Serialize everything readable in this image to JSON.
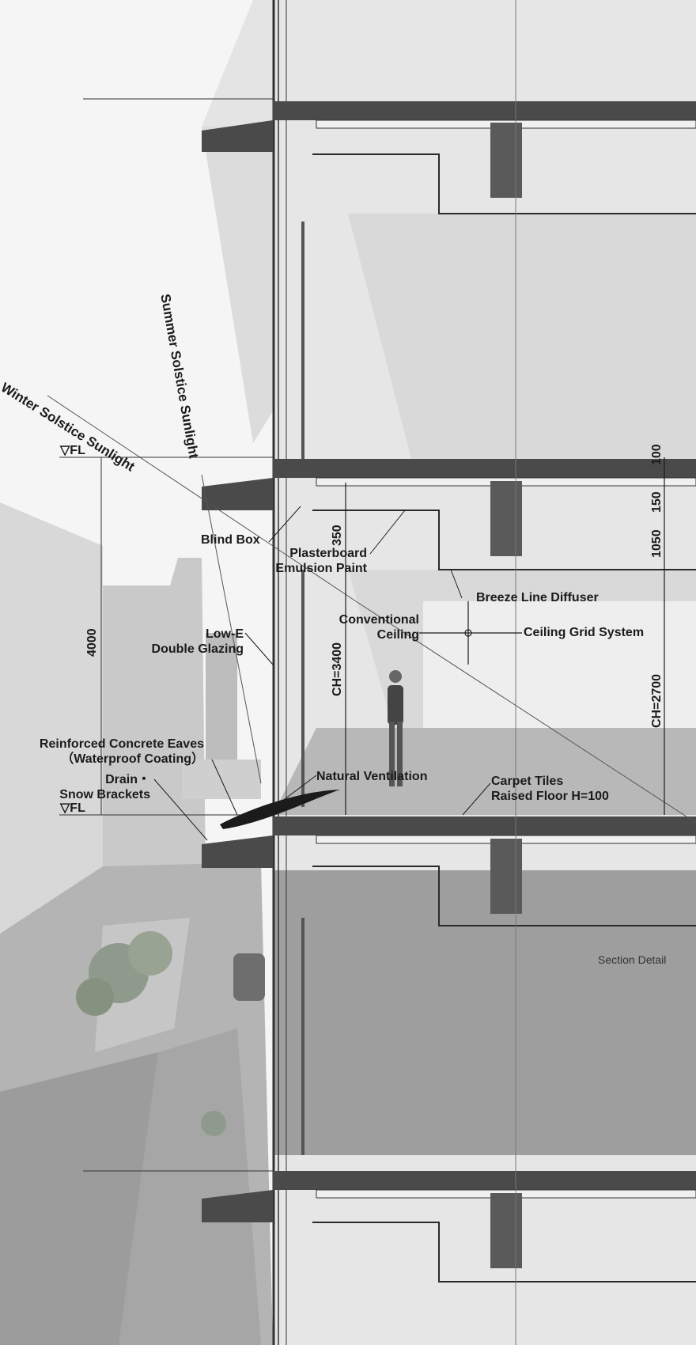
{
  "labels": {
    "winter_sun": "Winter Solstice Sunlight",
    "summer_sun": "Summer Solstice Sunlight",
    "fl_top": "▽FL",
    "fl_bottom": "▽FL",
    "blind_box": "Blind Box",
    "plasterboard_1": "Plasterboard",
    "plasterboard_2": "Emulsion Paint",
    "breeze_line": "Breeze Line Diffuser",
    "conventional_1": "Conventional",
    "conventional_2": "Ceiling",
    "ceiling_grid": "Ceiling Grid System",
    "low_e_1": "Low-E",
    "low_e_2": "Double Glazing",
    "eaves_1": "Reinforced Concrete Eaves",
    "eaves_2": "（Waterproof Coating）",
    "drain_1": "Drain・",
    "drain_2": "Snow Brackets",
    "natural_vent": "Natural Ventilation",
    "carpet_1": "Carpet Tiles",
    "carpet_2": "Raised Floor H=100",
    "section_detail": "Section Detail"
  },
  "dimensions": {
    "floor_height": "4000",
    "ch_left": "CH=3400",
    "ch_right": "CH=2700",
    "d350": "350",
    "d100": "100",
    "d150": "150",
    "d1050": "1050"
  },
  "colors": {
    "line": "#1b1b1b",
    "slab": "#4a4a4a",
    "sky": "#f4f4f4",
    "building": "#d2d2d2",
    "street": "#a8a8a8",
    "tree": "#8d9a8a"
  }
}
